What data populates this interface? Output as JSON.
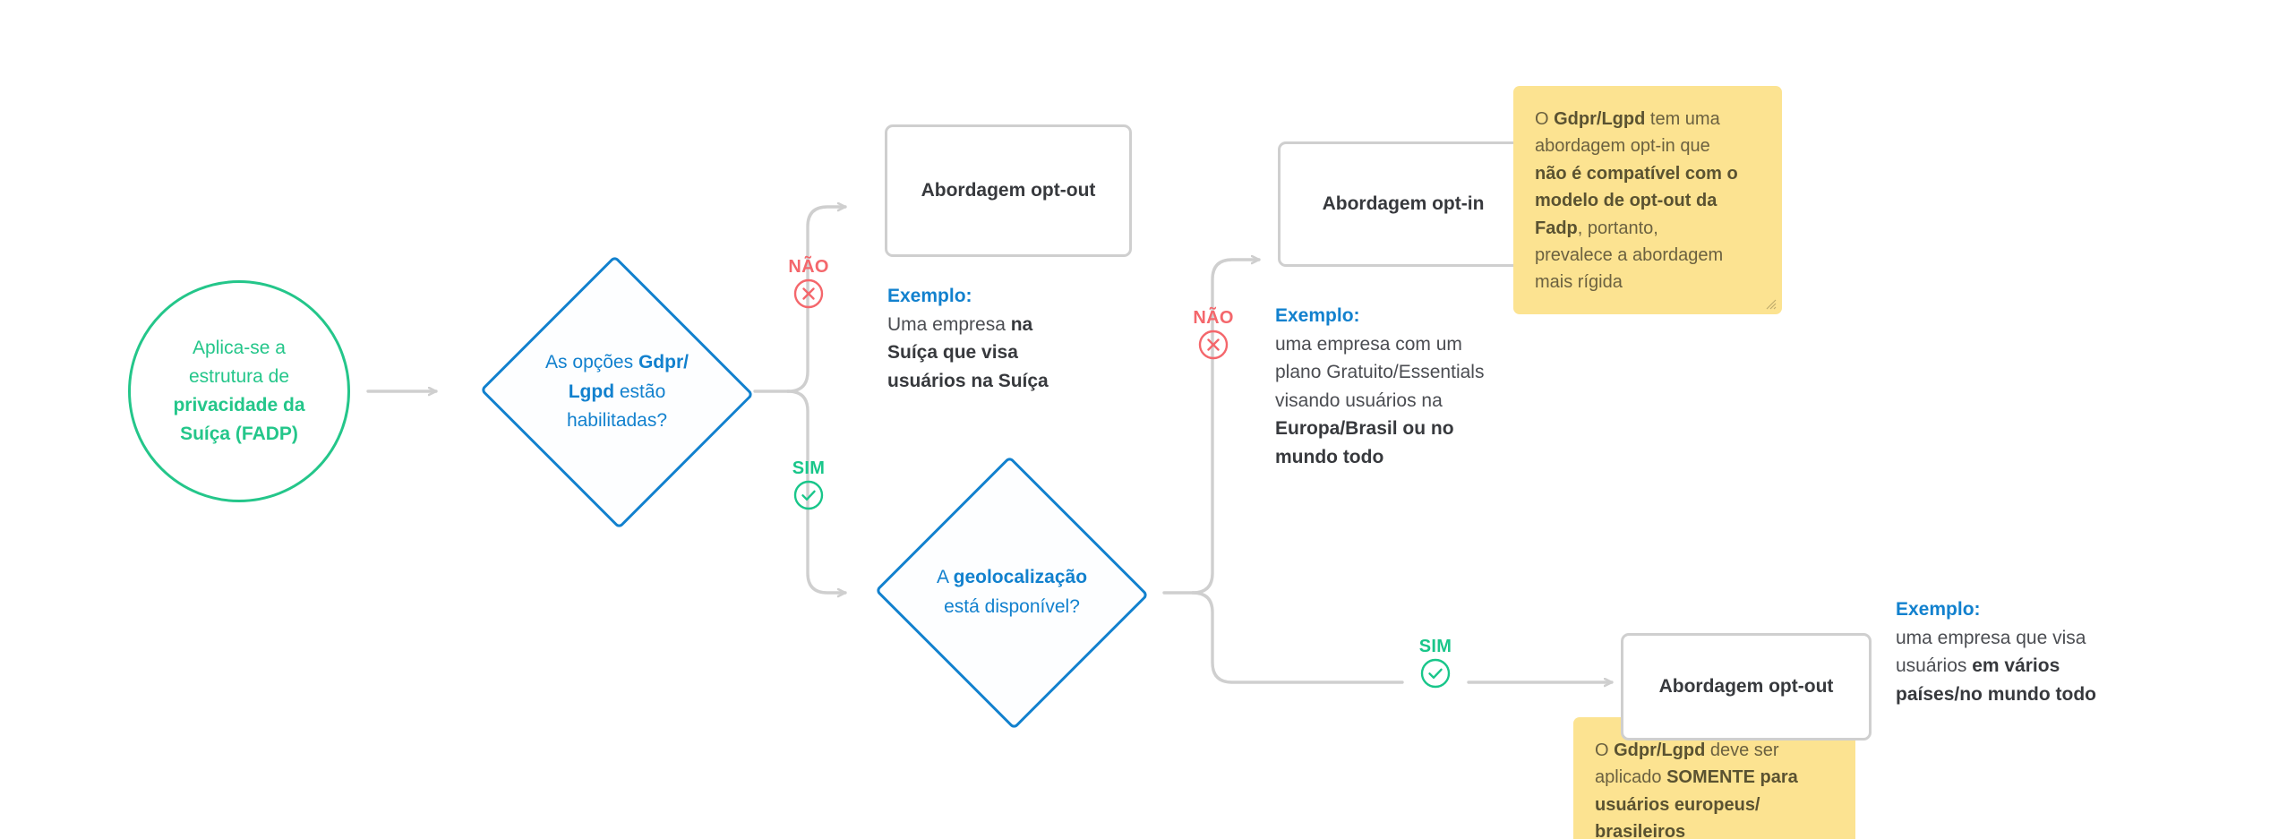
{
  "diagram": {
    "title": "Fluxograma de privacidade FADP / GDPR / LGPD",
    "colors": {
      "green": "#24c68a",
      "blue": "#1281ce",
      "red": "#f4676c",
      "gray_line": "#cfcfcf",
      "sticky_yellow": "#fce391",
      "text_dark": "#37393d"
    }
  },
  "start": {
    "line1": "Aplica-se a",
    "line2": "estrutura de",
    "line3_bold": "privacidade da",
    "line4_bold": "Suíça (FADP)"
  },
  "decision1": {
    "name": "gdpr-lgpd-enabled",
    "l1_a": "As opções ",
    "l1_b": "Gdpr/",
    "l2_b": "Lgpd",
    "l2_a": " estão",
    "l3": "habilitadas?"
  },
  "decision2": {
    "name": "geolocation-available",
    "l1_a": "A ",
    "l1_b": "geolocalização",
    "l2": "está disponível?"
  },
  "branches": {
    "no_label": "NÃO",
    "yes_label": "SIM"
  },
  "boxes": {
    "opt_out_top": "Abordagem opt-out",
    "opt_in": "Abordagem opt-in",
    "opt_out_bottom": "Abordagem opt-out"
  },
  "examples": {
    "one": {
      "head": "Exemplo:",
      "l1_plain": "Uma empresa ",
      "l1_bold": "na",
      "l2_bold": "Suíça que visa",
      "l3_bold": "usuários na Suíça"
    },
    "two": {
      "head": "Exemplo:",
      "l1": "uma empresa com um",
      "l2": "plano Gratuito/Essentials",
      "l3": "visando usuários na",
      "l4_bold": "Europa/Brasil ou no",
      "l5_bold": "mundo todo"
    },
    "three": {
      "head": "Exemplo:",
      "l1": "uma empresa que visa",
      "l2_plain": "usuários ",
      "l2_bold": "em vários",
      "l3_bold": "países/no mundo todo"
    }
  },
  "notes": {
    "one": {
      "l1_plain": "O ",
      "l1_bold": "Gdpr/Lgpd",
      "l1_tail": " tem uma",
      "l2": "abordagem opt-in que",
      "l3_bold": "não é compatível com o",
      "l4_bold": "modelo de opt-out da",
      "l5_bold": "Fadp",
      "l5_tail": ", portanto,",
      "l6": "prevalece a abordagem",
      "l7": "mais rígida"
    },
    "two": {
      "l1_plain": "O ",
      "l1_bold": "Gdpr/Lgpd",
      "l1_tail": " deve ser",
      "l2_plain": "aplicado ",
      "l2_bold": "SOMENTE para",
      "l3_bold": "usuários europeus/",
      "l4_bold": "brasileiros"
    }
  }
}
